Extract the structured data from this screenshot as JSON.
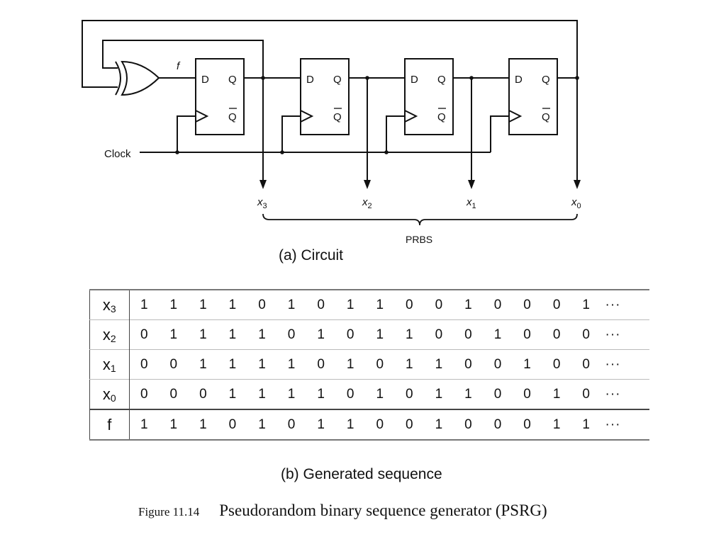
{
  "circuit": {
    "gate_output_label": "f",
    "flipflop": {
      "d": "D",
      "q": "Q",
      "qbar": "Q",
      "bar_mark": "‾"
    },
    "clock_label": "Clock",
    "outputs": [
      {
        "var": "x",
        "sub": "3"
      },
      {
        "var": "x",
        "sub": "2"
      },
      {
        "var": "x",
        "sub": "1"
      },
      {
        "var": "x",
        "sub": "0"
      }
    ],
    "brace_label": "PRBS"
  },
  "caption_a": "(a) Circuit",
  "table": {
    "ellipsis": "···",
    "rows": [
      {
        "var": "x",
        "sub": "3",
        "values": [
          "1",
          "1",
          "1",
          "1",
          "0",
          "1",
          "0",
          "1",
          "1",
          "0",
          "0",
          "1",
          "0",
          "0",
          "0",
          "1"
        ]
      },
      {
        "var": "x",
        "sub": "2",
        "values": [
          "0",
          "1",
          "1",
          "1",
          "1",
          "0",
          "1",
          "0",
          "1",
          "1",
          "0",
          "0",
          "1",
          "0",
          "0",
          "0"
        ]
      },
      {
        "var": "x",
        "sub": "1",
        "values": [
          "0",
          "0",
          "1",
          "1",
          "1",
          "1",
          "0",
          "1",
          "0",
          "1",
          "1",
          "0",
          "0",
          "1",
          "0",
          "0"
        ]
      },
      {
        "var": "x",
        "sub": "0",
        "values": [
          "0",
          "0",
          "0",
          "1",
          "1",
          "1",
          "1",
          "0",
          "1",
          "0",
          "1",
          "1",
          "0",
          "0",
          "1",
          "0"
        ]
      },
      {
        "var": "f",
        "sub": "",
        "values": [
          "1",
          "1",
          "1",
          "0",
          "1",
          "0",
          "1",
          "1",
          "0",
          "0",
          "1",
          "0",
          "0",
          "0",
          "1",
          "1"
        ]
      }
    ]
  },
  "caption_b": "(b) Generated sequence",
  "figure": {
    "number": "Figure 11.14",
    "title": "Pseudorandom binary sequence generator (PSRG)"
  }
}
